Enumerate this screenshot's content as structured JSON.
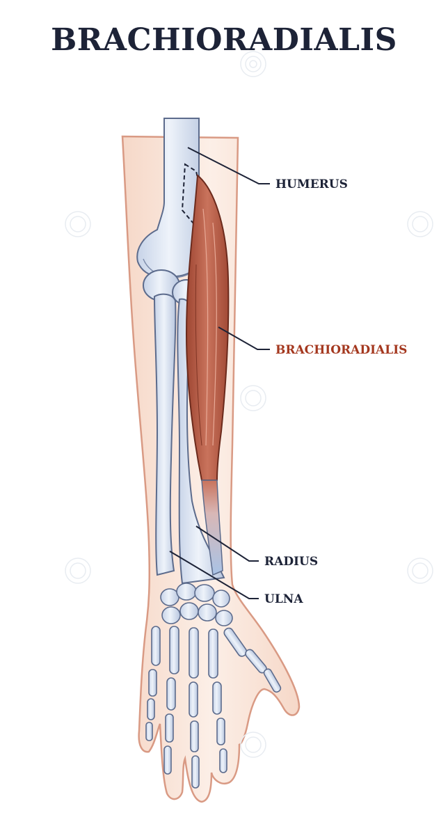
{
  "title": "BRACHIORADIALIS",
  "labels": {
    "humerus": "HUMERUS",
    "brachioradialis": "BRACHIORADIALIS",
    "radius": "RADIUS",
    "ulna": "ULNA"
  },
  "colors": {
    "title": "#1d2337",
    "label_dark": "#1d2337",
    "label_muscle": "#a4381f",
    "bone": "#dde6f3",
    "bone_shadow": "#aab8d2",
    "muscle": "#b25a45",
    "skin": "#fbe8de",
    "skin_outline": "#d99a84"
  }
}
